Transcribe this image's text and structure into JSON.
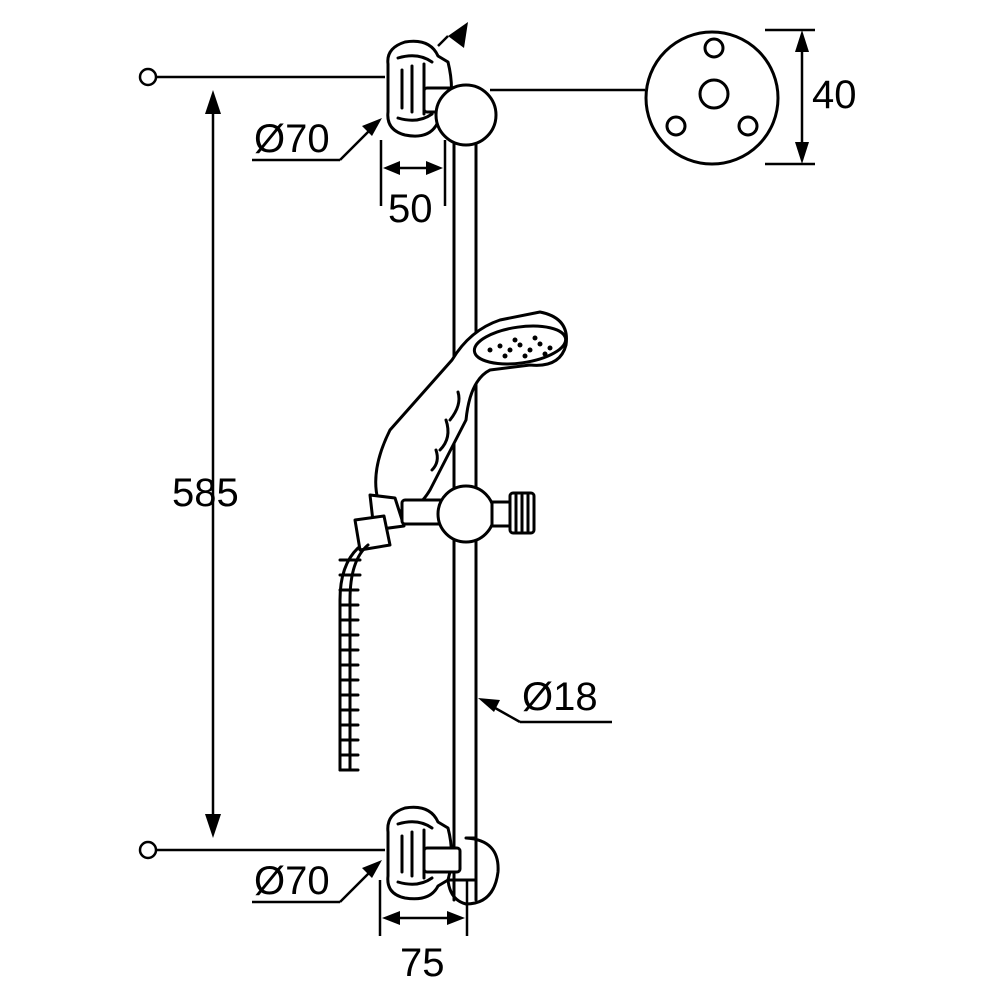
{
  "dimensions": {
    "rosette_diameter_top": "Ø70",
    "wall_offset": "50",
    "flange_diameter": "40",
    "bar_length": "585",
    "bar_diameter": "Ø18",
    "rosette_diameter_bottom": "Ø70",
    "bottom_offset": "75"
  }
}
